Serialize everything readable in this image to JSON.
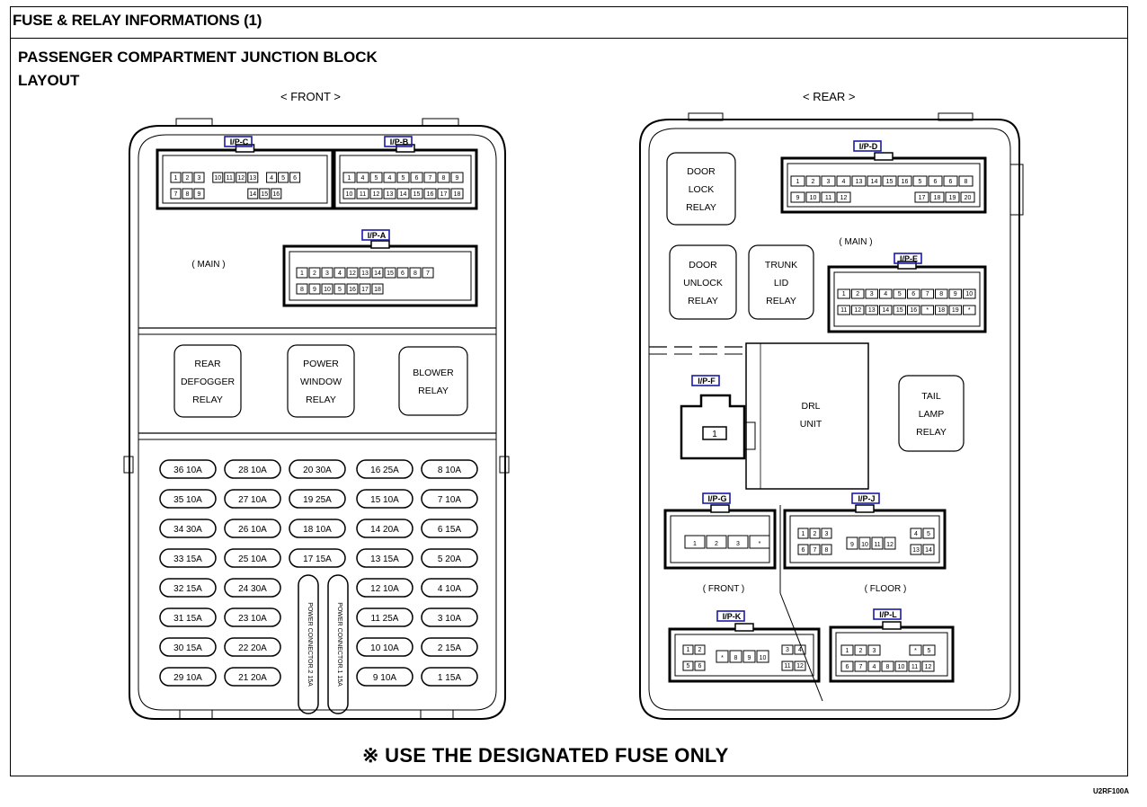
{
  "header": {
    "title": "FUSE & RELAY INFORMATIONS (1)"
  },
  "section": {
    "title": "PASSENGER COMPARTMENT JUNCTION BLOCK",
    "subtitle": "LAYOUT"
  },
  "views": {
    "front_label": "< FRONT >",
    "rear_label": "< REAR >"
  },
  "front": {
    "connectors": {
      "c": "I/P-C",
      "b": "I/P-B",
      "a": "I/P-A"
    },
    "main_label": "( MAIN )",
    "relays": {
      "rear_defogger": [
        "REAR",
        "DEFOGGER",
        "RELAY"
      ],
      "power_window": [
        "POWER",
        "WINDOW",
        "RELAY"
      ],
      "blower": [
        "BLOWER",
        "RELAY"
      ]
    },
    "fuse_columns": [
      [
        "36 10A",
        "35 10A",
        "34 30A",
        "33 15A",
        "32 15A",
        "31 15A",
        "30 15A",
        "29 10A"
      ],
      [
        "28 10A",
        "27 10A",
        "26 10A",
        "25 10A",
        "24 30A",
        "23 10A",
        "22 20A",
        "21 20A"
      ],
      [
        "20 30A",
        "19 25A",
        "18 10A",
        "17 15A"
      ],
      [
        "16 25A",
        "15 10A",
        "14 20A",
        "13 15A",
        "12 10A",
        "11 25A",
        "10 10A",
        "9 10A"
      ],
      [
        "8 10A",
        "7 10A",
        "6 15A",
        "5 20A",
        "4 10A",
        "3 10A",
        "2 15A",
        "1 15A"
      ]
    ],
    "power_connectors": [
      "POWER CONNECTOR.2 15A",
      "POWER CONNECTOR.1 15A"
    ]
  },
  "rear": {
    "connectors": {
      "d": "I/P-D",
      "e": "I/P-E",
      "f": "I/P-F",
      "g": "I/P-G",
      "j": "I/P-J",
      "k": "I/P-K",
      "l": "I/P-L"
    },
    "main_label": "( MAIN )",
    "front_label": "( FRONT )",
    "floor_label": "( FLOOR )",
    "relays": {
      "door_lock": [
        "DOOR",
        "LOCK",
        "RELAY"
      ],
      "door_unlock": [
        "DOOR",
        "UNLOCK",
        "RELAY"
      ],
      "trunk_lid": [
        "TRUNK",
        "LID",
        "RELAY"
      ],
      "tail_lamp": [
        "TAIL",
        "LAMP",
        "RELAY"
      ]
    },
    "drl": [
      "DRL",
      "UNIT"
    ],
    "f_pin": "1"
  },
  "pins": {
    "c": {
      "top": [
        "1",
        "2",
        "3",
        "",
        "10",
        "11",
        "12",
        "13",
        "",
        "4",
        "5",
        "6"
      ],
      "bottom": [
        "7",
        "8",
        "9",
        "",
        "",
        "",
        "",
        "",
        "",
        "14",
        "15",
        "16"
      ]
    },
    "b": {
      "top": [
        "1",
        "4",
        "5",
        "4",
        "5",
        "6",
        "7",
        "8",
        "9"
      ],
      "bottom": [
        "10",
        "11",
        "12",
        "13",
        "14",
        "15",
        "16",
        "17",
        "18"
      ]
    },
    "a": {
      "top": [
        "1",
        "2",
        "3",
        "4",
        "12",
        "13",
        "14",
        "15",
        "6",
        "8",
        "7"
      ],
      "bottom": [
        "8",
        "9",
        "10",
        "5",
        "16",
        "17",
        "18"
      ]
    },
    "d": {
      "top": [
        "1",
        "2",
        "3",
        "4",
        "13",
        "14",
        "15",
        "16",
        "5",
        "6",
        "6",
        "8"
      ],
      "bottom": [
        "9",
        "10",
        "11",
        "12",
        "17",
        "18",
        "19",
        "20"
      ]
    },
    "e": {
      "top": [
        "1",
        "2",
        "3",
        "4",
        "5",
        "6",
        "7",
        "8",
        "9",
        "10"
      ],
      "bottom": [
        "11",
        "12",
        "13",
        "14",
        "15",
        "16",
        "*",
        "18",
        "19",
        "*"
      ]
    },
    "g": [
      "1",
      "2",
      "3",
      "*"
    ],
    "j": {
      "top": [
        "1",
        "2",
        "3",
        "9",
        "10",
        "11",
        "12",
        "4",
        "5"
      ],
      "bottom": [
        "6",
        "7",
        "8",
        "13",
        "14"
      ]
    },
    "k": {
      "top": [
        "1",
        "2",
        "*",
        "8",
        "9",
        "10",
        "3",
        "4"
      ],
      "bottom": [
        "5",
        "6",
        "11",
        "12"
      ]
    },
    "l": {
      "top": [
        "1",
        "2",
        "3",
        "*",
        "5"
      ],
      "bottom": [
        "6",
        "7",
        "4",
        "8",
        "10",
        "11",
        "12"
      ]
    }
  },
  "footer": {
    "note": "※ USE THE DESIGNATED FUSE ONLY",
    "code": "U2RF100A"
  }
}
